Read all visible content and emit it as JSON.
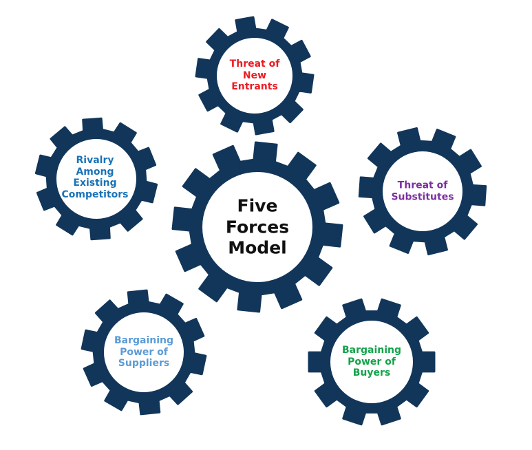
{
  "gear_color": "#12365a",
  "center": {
    "text": "Five\nForces\nModel",
    "color": "#111111"
  },
  "forces": [
    {
      "key": "new-entrants",
      "text": "Threat of\nNew\nEntrants",
      "color": "#ec1c24"
    },
    {
      "key": "rivalry",
      "text": "Rivalry\nAmong\nExisting\nCompetitors",
      "color": "#1a73b8"
    },
    {
      "key": "substitutes",
      "text": "Threat of\nSubstitutes",
      "color": "#7b2fa0"
    },
    {
      "key": "suppliers",
      "text": "Bargaining\nPower of\nSuppliers",
      "color": "#5b9bd5"
    },
    {
      "key": "buyers",
      "text": "Bargaining\nPower of\nBuyers",
      "color": "#13a34a"
    }
  ]
}
